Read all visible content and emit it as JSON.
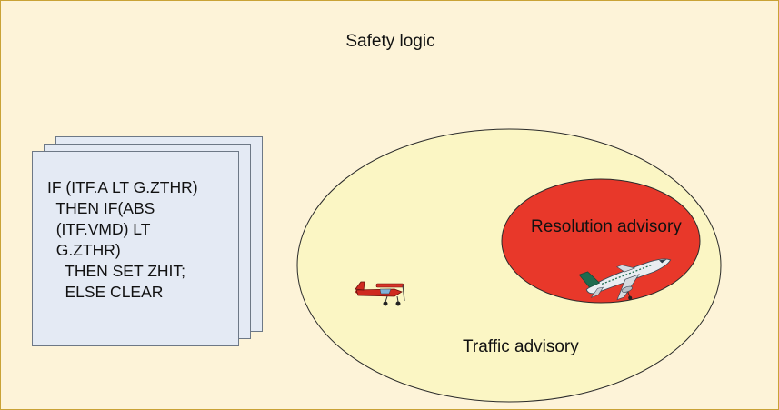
{
  "title": "Safety logic",
  "code_lines": [
    "IF (ITF.A LT G.ZTHR)",
    "  THEN IF(ABS",
    "  (ITF.VMD) LT",
    "  G.ZTHR)",
    "    THEN SET ZHIT;",
    "    ELSE CLEAR"
  ],
  "zones": {
    "traffic": {
      "label": "Traffic advisory",
      "color": "#fbf6c4"
    },
    "resolution": {
      "label": "Resolution advisory",
      "color": "#e8382a"
    }
  },
  "aircraft": {
    "small_plane_icon": "small-propeller-plane-icon",
    "airliner_icon": "airliner-icon"
  },
  "colors": {
    "background": "#fdf3d8",
    "border": "#c9a236",
    "code_page": "#e4eaf4"
  }
}
